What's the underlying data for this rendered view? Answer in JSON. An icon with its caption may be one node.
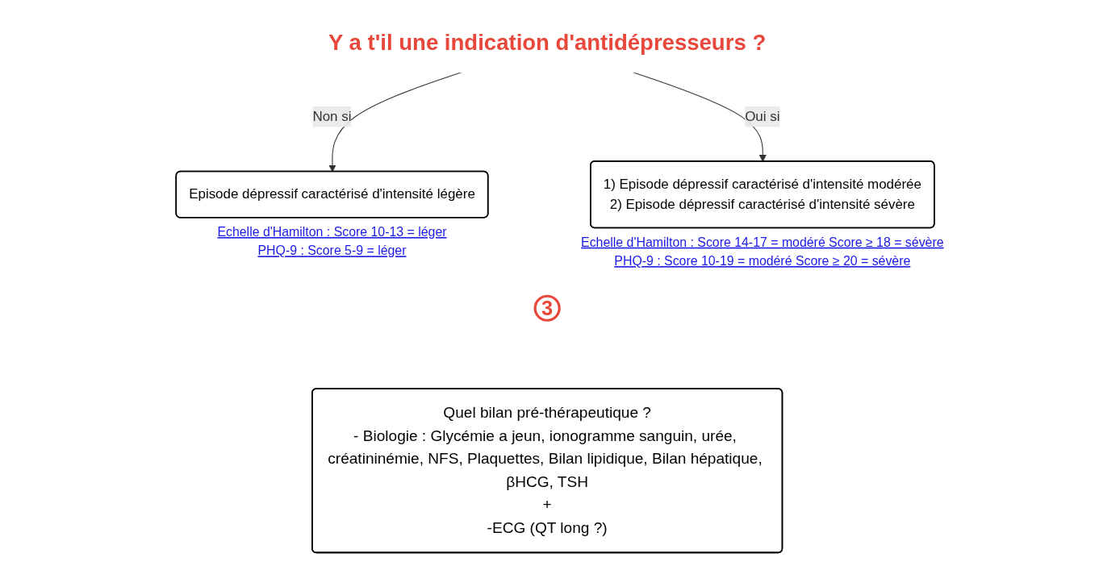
{
  "diagram": {
    "nodes": [
      {
        "text": [
          "Y a t'il une indication d'antidépresseurs ?"
        ]
      },
      {
        "text": [
          "Episode dépressif caractérisé d'intensité légère"
        ],
        "beside": [
          "Echelle d'Hamilton : Score 10-13 = léger",
          "PHQ-9 : Score 5-9 = léger"
        ]
      },
      {
        "text": [
          "1) Episode dépressif caractérisé d'intensité modérée",
          "2) Episode dépressif caractérisé d'intensité sévère"
        ],
        "beside": [
          "Echelle d'Hamilton : Score 14-17 = modéré Score ≥ 18 = sévère",
          "PHQ-9 : Score 10-19 = modéré Score ≥ 20 = sévère"
        ]
      },
      {
        "text": [
          "3"
        ]
      },
      {
        "text": [
          "Quel bilan pré-thérapeutique ?",
          "- Biologie : Glycémie a jeun, ionogramme sanguin, urée, créatininémie, NFS, Plaquettes, Bilan lipidique, Bilan hépatique, βHCG, TSH",
          "+",
          "-ECG (QT long ?)"
        ]
      }
    ],
    "edges": [
      {
        "from": 0,
        "to": 1,
        "arrow": "to",
        "label": "Non si"
      },
      {
        "from": 0,
        "to": 2,
        "arrow": "to",
        "label": "Oui si"
      }
    ]
  }
}
